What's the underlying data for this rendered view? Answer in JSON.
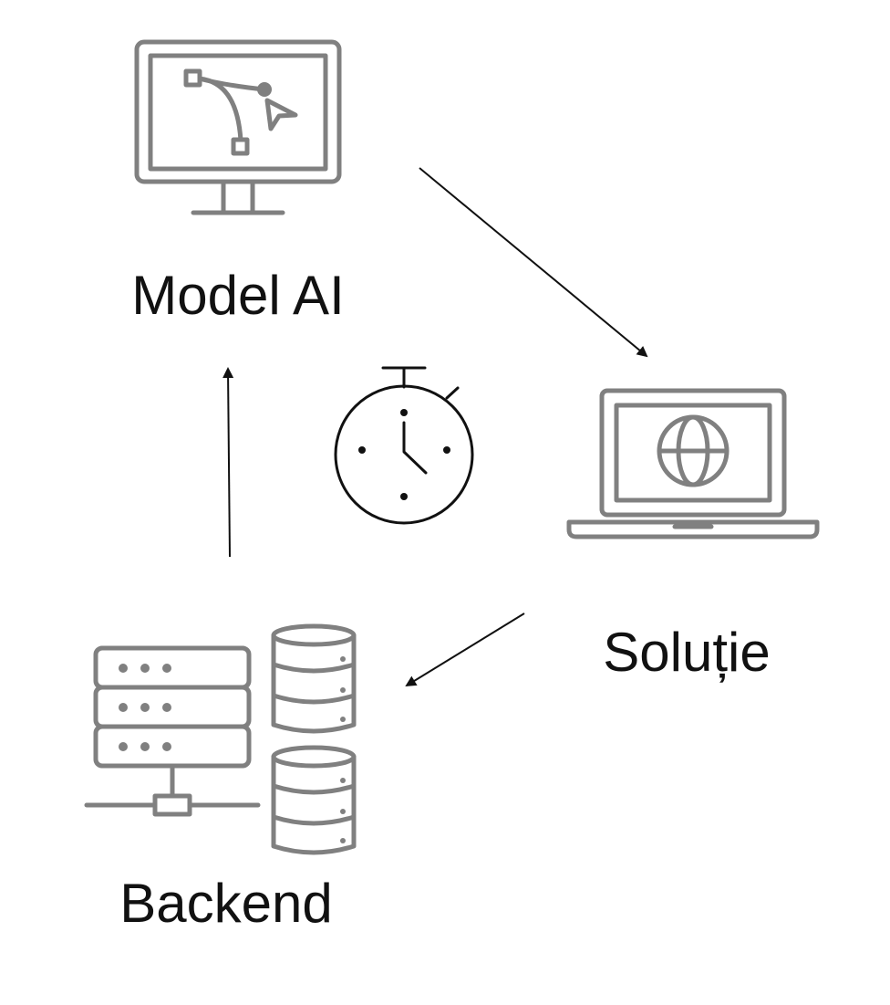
{
  "nodes": {
    "model": {
      "label": "Model AI",
      "icon": "desktop-monitor-bezier-icon"
    },
    "solution": {
      "label": "Soluție",
      "icon": "laptop-globe-icon"
    },
    "backend": {
      "label": "Backend",
      "icon": "server-database-icon"
    }
  },
  "center_icon": "stopwatch-icon",
  "colors": {
    "icon_gray": "#808080",
    "line_black": "#111111",
    "background": "#ffffff"
  }
}
